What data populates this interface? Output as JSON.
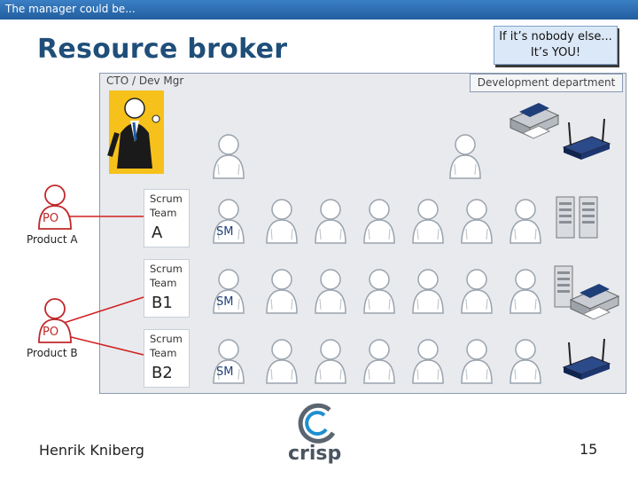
{
  "header": {
    "text": "The manager could be..."
  },
  "title": "Resource broker",
  "callout": {
    "line1": "If it’s nobody else...",
    "line2": "It’s YOU!"
  },
  "labels": {
    "cto": "CTO / Dev Mgr",
    "dev_department": "Development department"
  },
  "product_owners": [
    {
      "badge": "PO",
      "name": "Product A"
    },
    {
      "badge": "PO",
      "name": "Product B"
    }
  ],
  "teams": [
    {
      "label": "Scrum Team",
      "name": "A",
      "sm": "SM"
    },
    {
      "label": "Scrum Team",
      "name": "B1",
      "sm": "SM"
    },
    {
      "label": "Scrum Team",
      "name": "B2",
      "sm": "SM"
    }
  ],
  "footer": {
    "author": "Henrik Kniberg",
    "logo_text": "crisp",
    "page": "15"
  },
  "colors": {
    "header_bar": "#2e6fb5",
    "title": "#1f4e79",
    "link_line": "#d02020",
    "po_red": "#c0282a"
  }
}
